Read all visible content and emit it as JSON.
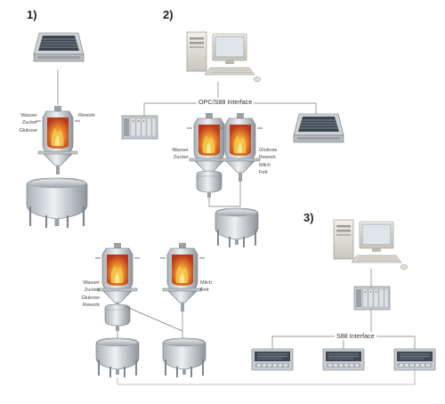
{
  "sections": {
    "s1": "1)",
    "s2": "2)",
    "s3": "3)"
  },
  "interfaces": {
    "opc": "OPC/S88 Interface",
    "s88": "S88 Interface"
  },
  "labels": {
    "s1_left": [
      "Wasser",
      "Zucker",
      "Glukose"
    ],
    "s1_right": "Rework",
    "s2_left": [
      "Wasser",
      "Zucker"
    ],
    "s2_right": [
      "Glukose",
      "Rework",
      "Milch",
      "Fett"
    ],
    "s3_left": [
      "Wasser",
      "Zucker",
      "Glukose",
      "Rework"
    ],
    "s3_right": [
      "Milch",
      "Fett"
    ]
  },
  "colors": {
    "flame_outer": "#c8431e",
    "flame_inner": "#f2b23a",
    "steel_light": "#e6e9ec",
    "steel_dark": "#8a9198",
    "screen": "#4a5560",
    "line": "#777777"
  },
  "icons": [
    "computer-workstation-icon",
    "control-panel-icon",
    "plc-rack-icon",
    "mixer-icon",
    "tank-icon",
    "terminal-display-icon"
  ]
}
